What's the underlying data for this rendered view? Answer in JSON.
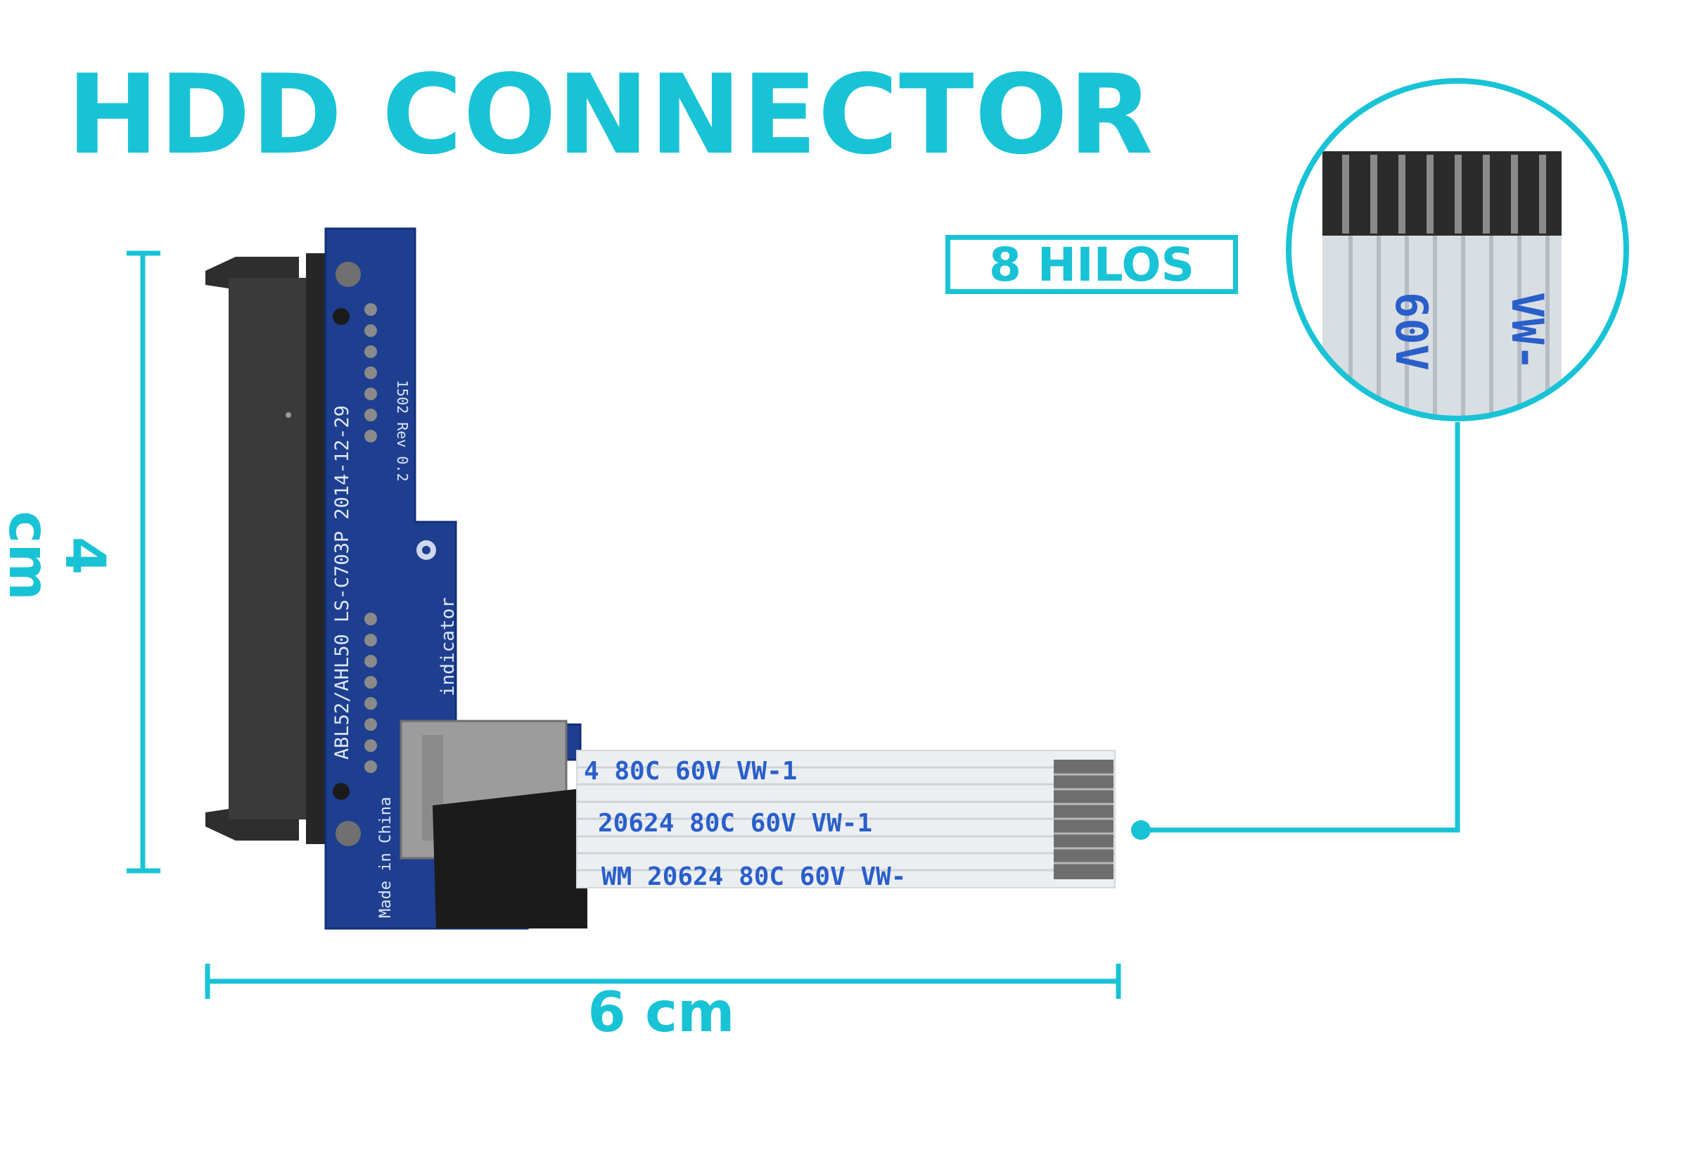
{
  "title": "HDD CONNECTOR",
  "callout": {
    "wires_label": "8 HILOS"
  },
  "dimensions": {
    "height": "4 cm",
    "width": "6 cm"
  },
  "colors": {
    "accent": "#19C3D6",
    "pcb": "#1E3F8F",
    "connector": "#2E2E2E"
  },
  "board_markings": {
    "model": "ABL52/AHL50 LS-C703P 2014-12-29",
    "rev": "1502 Rev 0.2",
    "origin": "Made in China",
    "indicator": "indicator"
  },
  "cable_print": {
    "line1": "4  80C  60V  VW-1",
    "line2": "20624  80C  60V  VW-1",
    "line3": "WM  20624  80C  60V  VW-"
  },
  "zoom_print": {
    "left": "60V",
    "right": "VW-"
  }
}
